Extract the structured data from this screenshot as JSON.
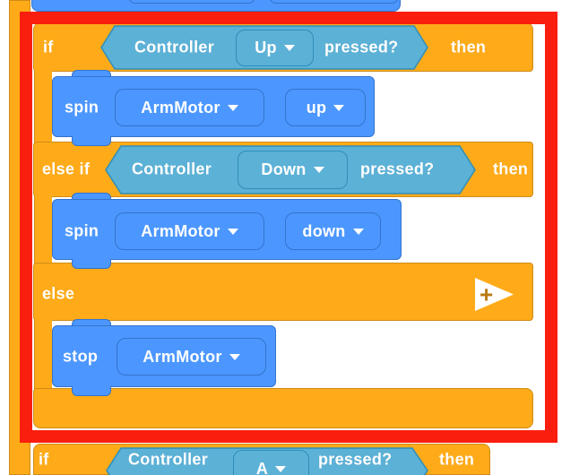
{
  "colors": {
    "control_orange": "#FFAB19",
    "control_orange_border": "#CF8B17",
    "motor_blue": "#4C97FF",
    "motor_blue_border": "#3373CC",
    "sensing_teal": "#5CB1D6",
    "sensing_teal_border": "#2E8EB8",
    "highlight_red": "#FA1E0E",
    "canvas_background": "#FFFFFF"
  },
  "if_else_block": {
    "if_row": {
      "keyword": "if",
      "then": "then",
      "condition": {
        "device": "Controller",
        "selected": "Up",
        "predicate": "pressed?"
      }
    },
    "spin_up": {
      "keyword": "spin",
      "motor": "ArmMotor",
      "direction": "up"
    },
    "else_if_row": {
      "keyword": "else if",
      "then": "then",
      "condition": {
        "device": "Controller",
        "selected": "Down",
        "predicate": "pressed?"
      }
    },
    "spin_down": {
      "keyword": "spin",
      "motor": "ArmMotor",
      "direction": "down"
    },
    "else_row": {
      "keyword": "else",
      "expand_plus": "+"
    },
    "stop_row": {
      "keyword": "stop",
      "motor": "ArmMotor"
    }
  },
  "next_if_block": {
    "keyword": "if",
    "then": "then",
    "condition": {
      "device": "Controller",
      "selected": "A",
      "predicate": "pressed?"
    }
  }
}
